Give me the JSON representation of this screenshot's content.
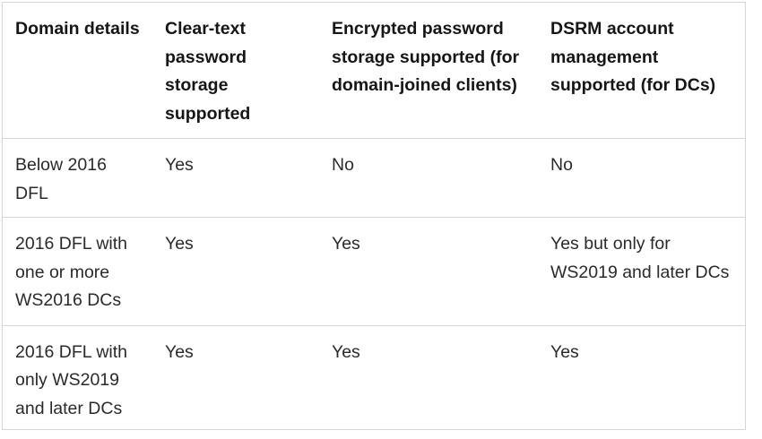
{
  "table": {
    "headers": [
      "Domain details",
      "Clear-text password storage supported",
      "Encrypted password storage supported (for domain-joined clients)",
      "DSRM account management supported (for DCs)"
    ],
    "rows": [
      [
        "Below 2016 DFL",
        "Yes",
        "No",
        "No"
      ],
      [
        "2016 DFL with one or more WS2016 DCs",
        "Yes",
        "Yes",
        "Yes but only for WS2019 and later DCs"
      ],
      [
        "2016 DFL with only WS2019 and later DCs",
        "Yes",
        "Yes",
        "Yes"
      ]
    ]
  }
}
